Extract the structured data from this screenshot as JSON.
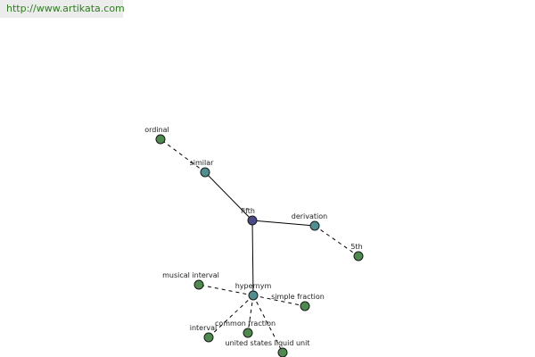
{
  "header": {
    "url_text": "http://www.artikata.com"
  },
  "colors": {
    "url_text": "#2e7d1e",
    "url_bg": "#ececec",
    "edge": "#000000",
    "node_stroke": "#1a1a1a",
    "center": "#4a4a8a",
    "relation": "#4f8f8f",
    "leaf": "#4e8a4e"
  },
  "graph": {
    "nodes": [
      {
        "id": "fifth",
        "label": "fifth",
        "kind": "center"
      },
      {
        "id": "similar",
        "label": "similar",
        "kind": "relation"
      },
      {
        "id": "derivation",
        "label": "derivation",
        "kind": "relation"
      },
      {
        "id": "hypernym",
        "label": "hypernym",
        "kind": "relation"
      },
      {
        "id": "ordinal",
        "label": "ordinal",
        "kind": "leaf"
      },
      {
        "id": "5th",
        "label": "5th",
        "kind": "leaf"
      },
      {
        "id": "musical-interval",
        "label": "musical interval",
        "kind": "leaf"
      },
      {
        "id": "simple-fraction",
        "label": "simple fraction",
        "kind": "leaf"
      },
      {
        "id": "interval",
        "label": "interval",
        "kind": "leaf"
      },
      {
        "id": "common-fraction",
        "label": "common fraction",
        "kind": "leaf"
      },
      {
        "id": "united-states-liquid-unit",
        "label": "united states liquid unit",
        "kind": "leaf"
      }
    ],
    "edges": [
      {
        "from": "fifth",
        "to": "similar",
        "style": "solid"
      },
      {
        "from": "fifth",
        "to": "derivation",
        "style": "solid"
      },
      {
        "from": "fifth",
        "to": "hypernym",
        "style": "solid"
      },
      {
        "from": "similar",
        "to": "ordinal",
        "style": "dashed"
      },
      {
        "from": "derivation",
        "to": "5th",
        "style": "dashed"
      },
      {
        "from": "hypernym",
        "to": "musical-interval",
        "style": "dashed"
      },
      {
        "from": "hypernym",
        "to": "simple-fraction",
        "style": "dashed"
      },
      {
        "from": "hypernym",
        "to": "interval",
        "style": "dashed"
      },
      {
        "from": "hypernym",
        "to": "common-fraction",
        "style": "dashed"
      },
      {
        "from": "hypernym",
        "to": "united-states-liquid-unit",
        "style": "dashed"
      }
    ]
  }
}
